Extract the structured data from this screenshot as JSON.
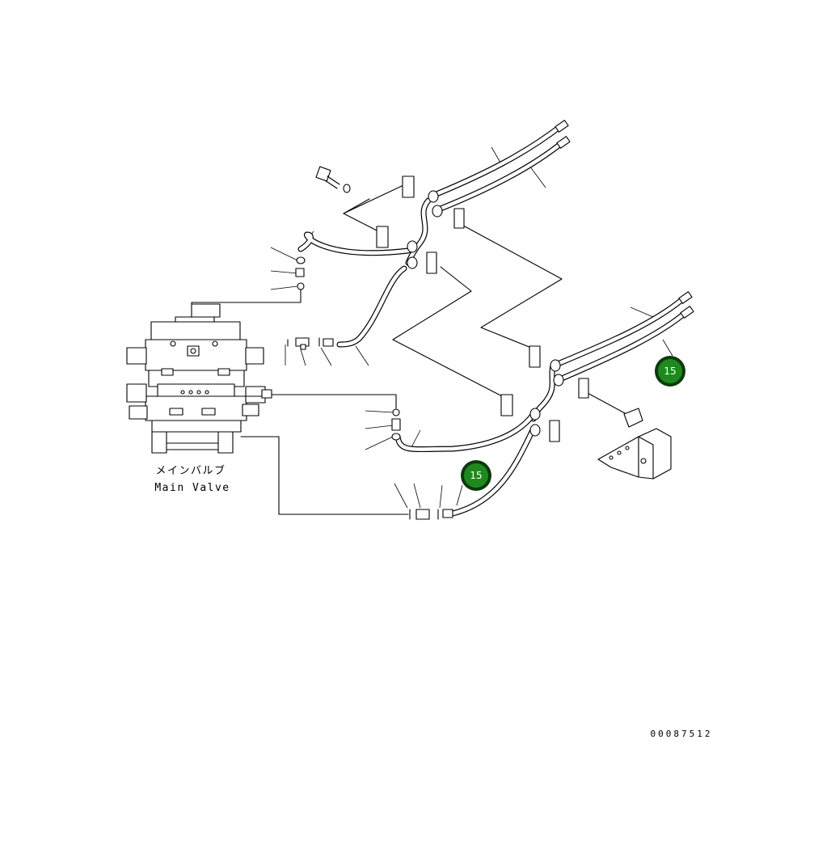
{
  "labels": {
    "main_valve_jp": "メインバルブ",
    "main_valve_en": "Main Valve",
    "drawing_number": "00087512"
  },
  "callouts": [
    {
      "number": "15"
    },
    {
      "number": "15"
    }
  ],
  "colors": {
    "callout_fill": "#1e8a1e",
    "callout_ring": "#0c3a0c",
    "callout_text": "#ffffff",
    "line": "#000000",
    "background": "#ffffff"
  }
}
